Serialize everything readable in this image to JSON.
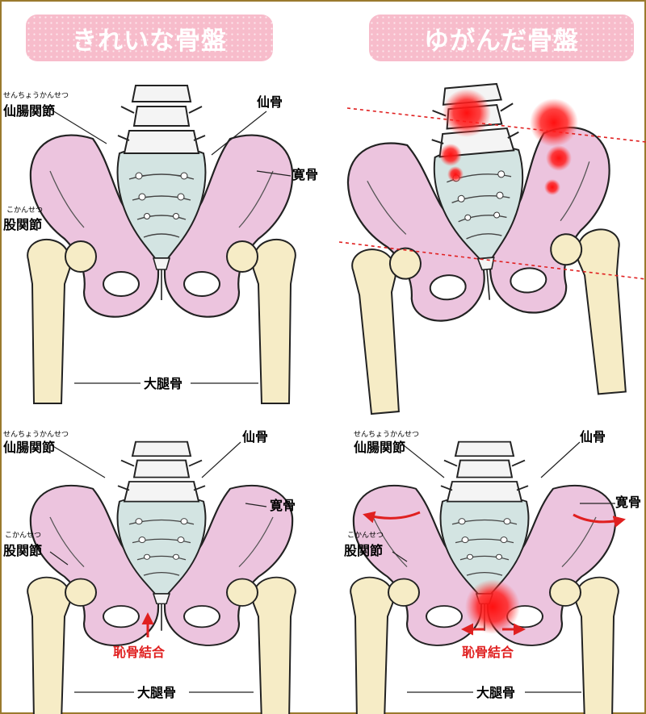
{
  "headers": {
    "normal": "きれいな骨盤",
    "distorted": "ゆがんだ骨盤"
  },
  "labels": {
    "sacroiliac_joint": "仙腸関節",
    "sacroiliac_ruby": "せんちょうかんせつ",
    "sacrum": "仙骨",
    "hip_bone": "寛骨",
    "hip_joint": "股関節",
    "hip_joint_ruby": "こかんせつ",
    "femur": "大腿骨",
    "pubic_symphysis": "恥骨結合"
  },
  "colors": {
    "pelvis": "#ecc4de",
    "sacrum": "#d3e4e2",
    "vertebra": "#f4f4f4",
    "bone": "#f6ecc6",
    "outline": "#222222",
    "accent": "#e02020",
    "header": "#f7bccb"
  },
  "icons": [
    "red-arrow-up-icon",
    "red-double-arrow-icon",
    "red-curved-arrow-icon",
    "red-glow-marker-icon"
  ]
}
